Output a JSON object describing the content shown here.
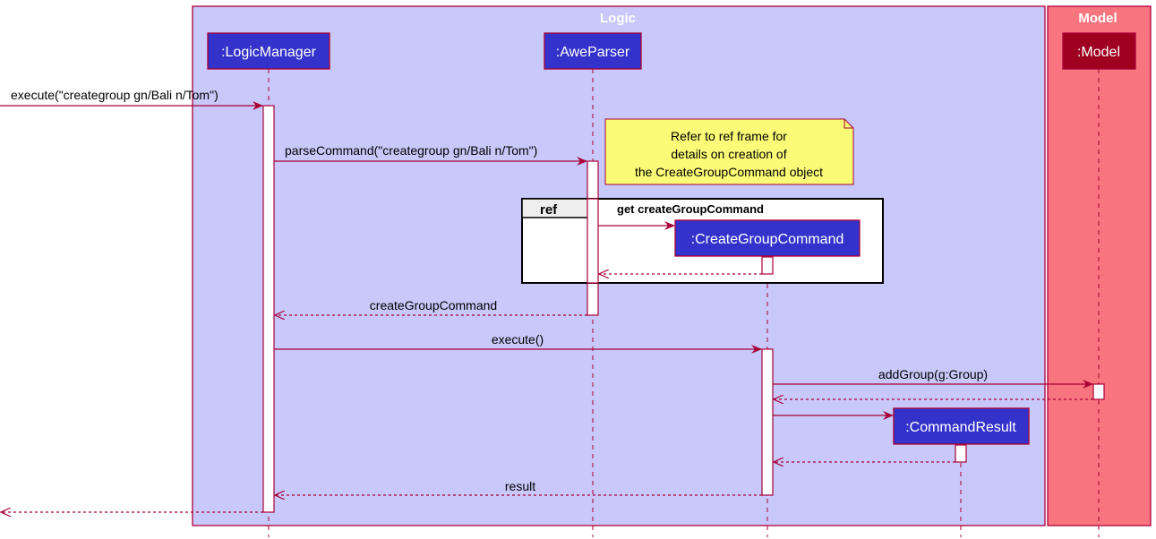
{
  "colors": {
    "logic_box": "#C8C8FA",
    "model_box": "#F8747F",
    "border": "#B0003A",
    "participant_fill": "#3333CC",
    "model_participant_fill": "#A00020",
    "arrow": "#A80036",
    "note_fill": "#FBFB77"
  },
  "boxes": {
    "logic": "Logic",
    "model": "Model"
  },
  "participants": {
    "logic_manager": ":LogicManager",
    "awe_parser": ":AweParser",
    "create_group_command": ":CreateGroupCommand",
    "command_result": ":CommandResult",
    "model": ":Model"
  },
  "messages": {
    "execute_call": "execute(\"creategroup gn/Bali n/Tom\")",
    "parse_command": "parseCommand(\"creategroup gn/Bali n/Tom\")",
    "parse_return": "createGroupCommand",
    "execute": "execute()",
    "add_group": "addGroup(g:Group)",
    "result": "result"
  },
  "note": {
    "line1": "Refer to ref frame for",
    "line2": "details on creation of",
    "line3": "the CreateGroupCommand object"
  },
  "ref_frame": {
    "keyword": "ref",
    "title": "get createGroupCommand"
  }
}
